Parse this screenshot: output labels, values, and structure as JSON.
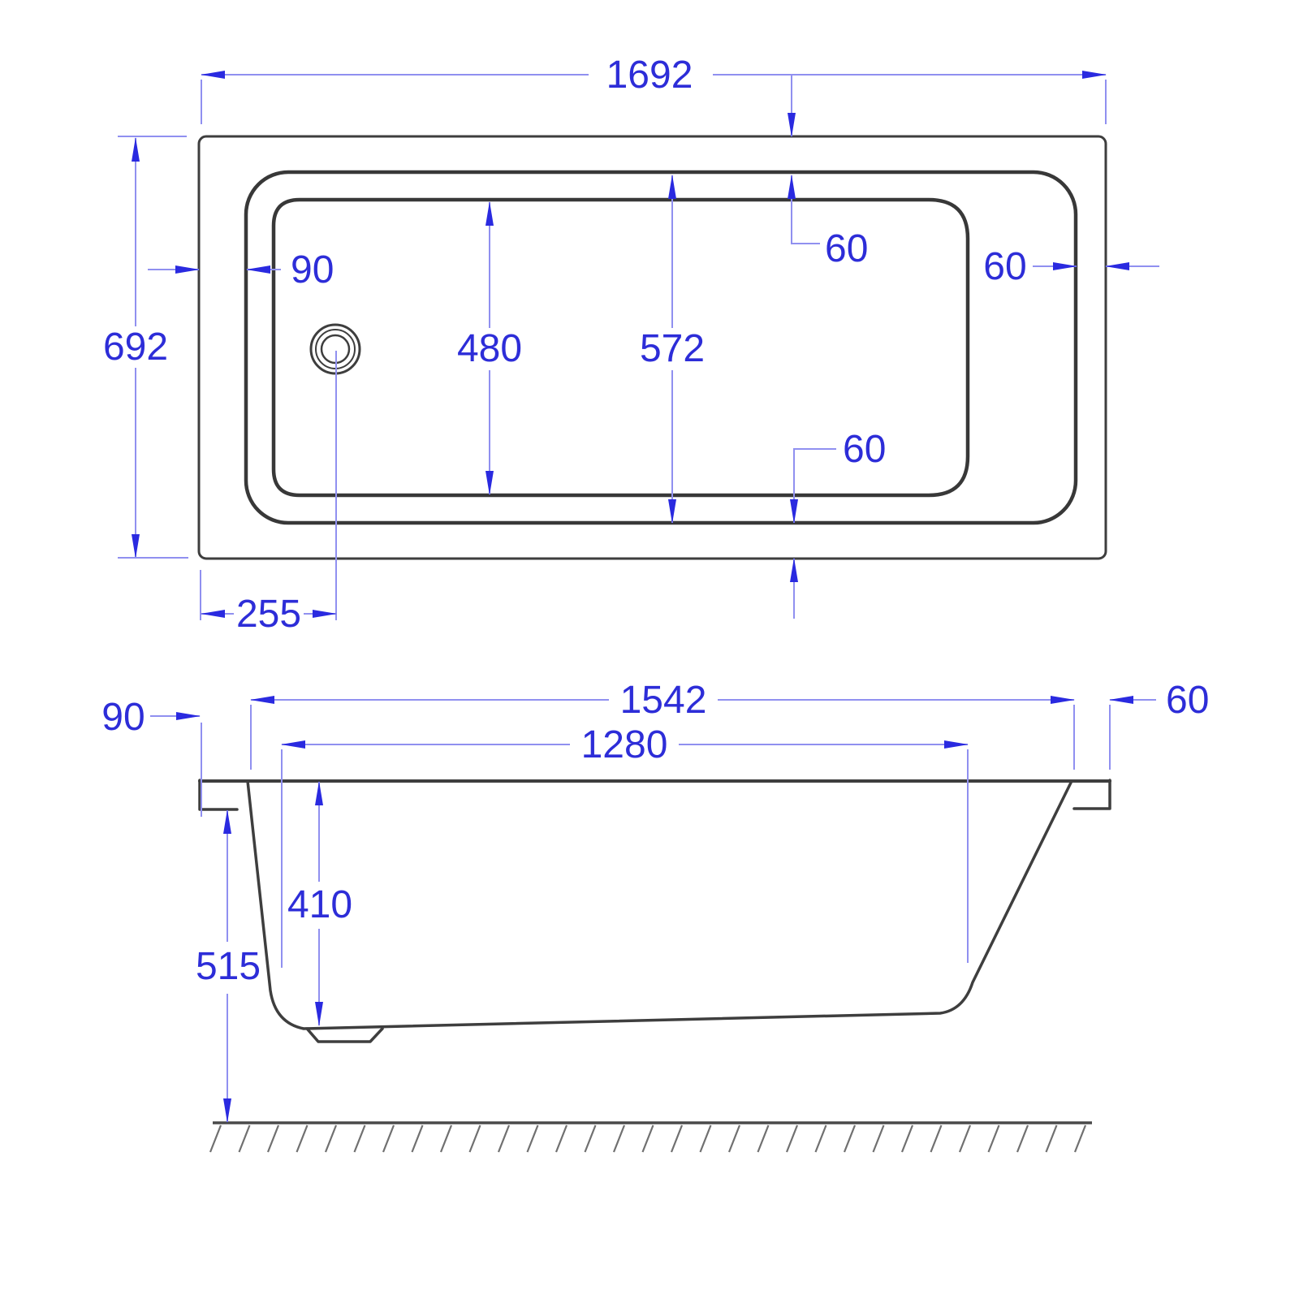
{
  "drawing": {
    "subject": "bathtub-technical-drawing",
    "views": [
      "plan-view-top",
      "side-elevation-view"
    ],
    "units_shown": "none (numeric values only)"
  },
  "colors": {
    "background": "#ffffff",
    "outline_gray": "#3e3e3e",
    "dimension_blue_text": "#2d2dd8",
    "dimension_blue_line": "#9090f0",
    "arrow_blue": "#2a2ae0",
    "ground_hatch_gray": "#707070"
  },
  "plan": {
    "overall_length": "1692",
    "overall_width": "692",
    "left_rim_width": "90",
    "top_rim_width": "60",
    "right_rim_width": "60",
    "bottom_rim_width": "60",
    "floor_width": "480",
    "rim_opening_width": "572",
    "drain_center_offset": "255"
  },
  "side": {
    "left_overhang": "90",
    "rim_opening_length": "1542",
    "floor_length": "1280",
    "right_overhang": "60",
    "interior_depth": "410",
    "overall_height": "515"
  }
}
